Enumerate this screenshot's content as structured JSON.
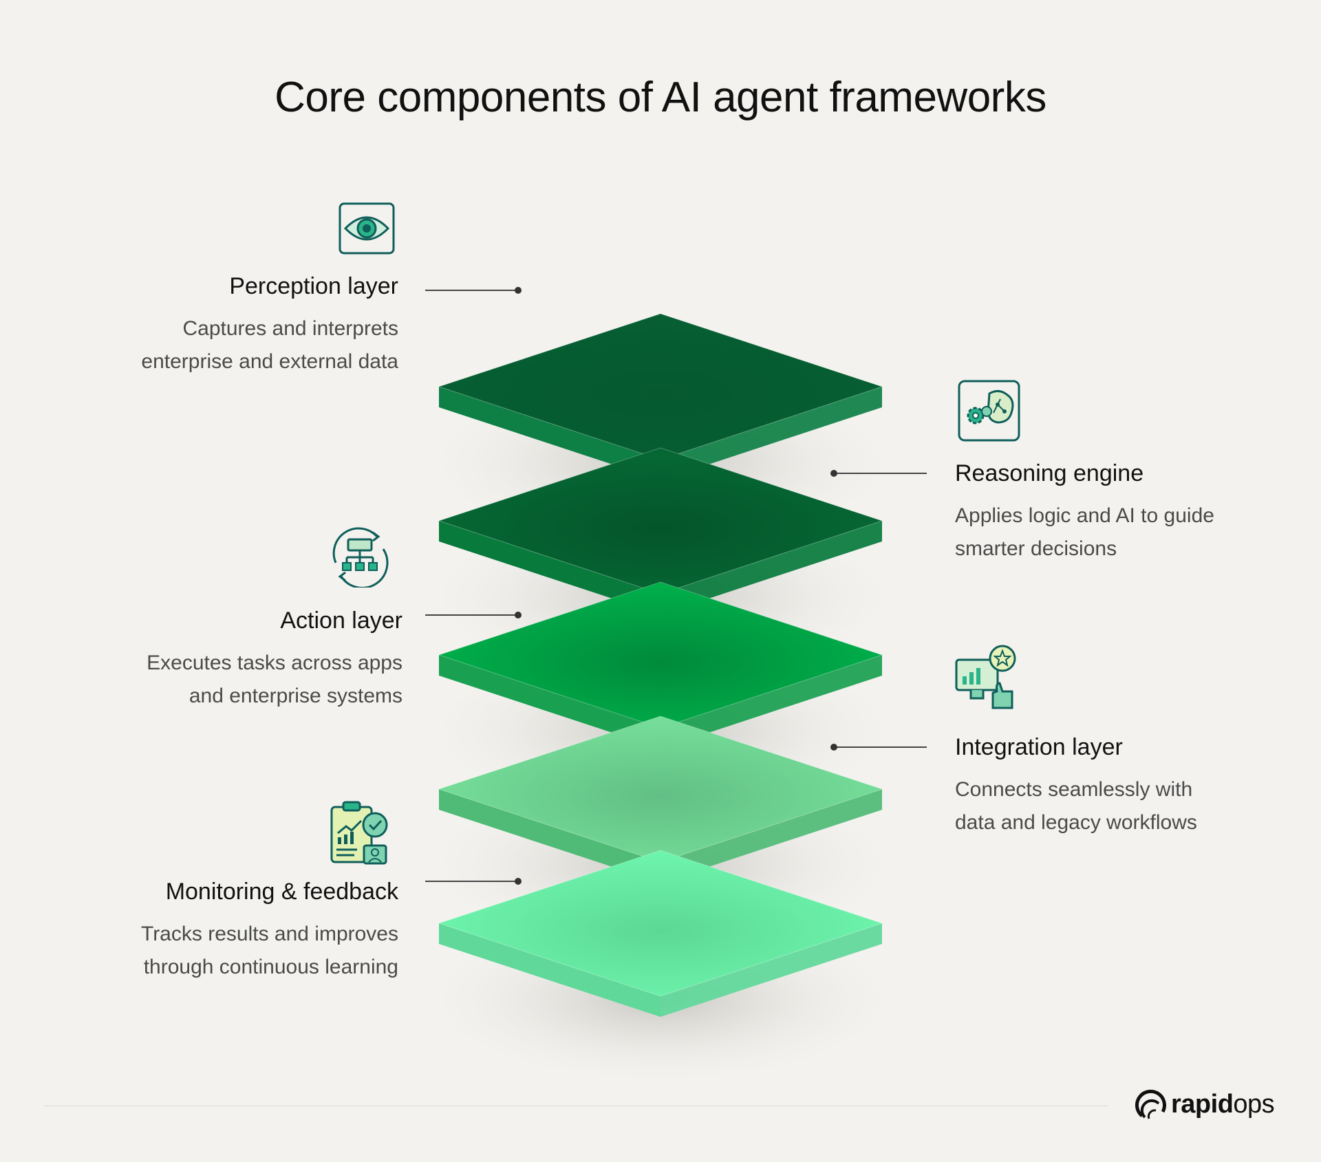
{
  "title": "Core components of AI agent frameworks",
  "layers": [
    {
      "name": "Perception layer",
      "description_lines": [
        "Captures and interprets",
        "enterprise and external data"
      ],
      "icon": "eye-icon",
      "top_color": "#065f33",
      "side_color": "#0e8045",
      "center_color": "#06592f"
    },
    {
      "name": "Reasoning engine",
      "description_lines": [
        "Applies logic and AI to guide",
        "smarter decisions"
      ],
      "icon": "brain-gear-icon",
      "top_color": "#066a36",
      "side_color": "#077a3c",
      "center_color": "#04552a"
    },
    {
      "name": "Action layer",
      "description_lines": [
        "Executes tasks across apps",
        "and enterprise systems"
      ],
      "icon": "workflow-cycle-icon",
      "top_color": "#00b44d",
      "side_color": "#19a050",
      "center_color": "#008a3a"
    },
    {
      "name": "Integration layer",
      "description_lines": [
        "Connects seamlessly with",
        "data and legacy workflows"
      ],
      "icon": "monitor-thumbs-up-icon",
      "top_color": "#78e29c",
      "side_color": "#4fbb76",
      "center_color": "#62bf85"
    },
    {
      "name": "Monitoring & feedback",
      "description_lines": [
        "Tracks results and improves",
        "through continuous learning"
      ],
      "icon": "clipboard-chart-check-icon",
      "top_color": "#70f8b0",
      "side_color": "#5fd89a",
      "center_color": "#5cd894"
    }
  ],
  "brand": {
    "bold": "rapid",
    "light": "ops"
  }
}
